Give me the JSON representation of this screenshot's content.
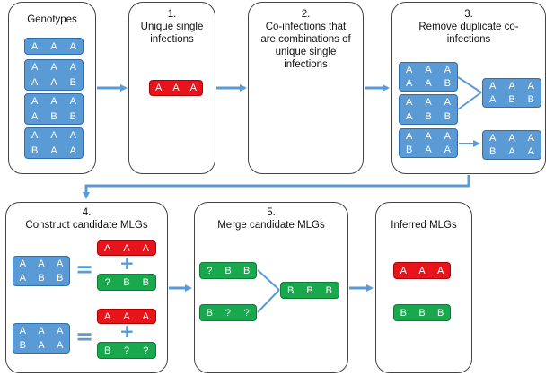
{
  "panels": {
    "genotypes": {
      "title": "Genotypes"
    },
    "unique": {
      "title": "1.\nUnique single\ninfections"
    },
    "coinf": {
      "title": "2.\nCo-infections that\nare combinations of\nunique single\ninfections"
    },
    "remove": {
      "title": "3.\nRemove duplicate co-\ninfections"
    },
    "construct": {
      "title": "4.\nConstruct candidate MLGs"
    },
    "merge": {
      "title": "5.\nMerge candidate MLGs"
    },
    "inferred": {
      "title": "Inferred MLGs"
    }
  },
  "symbols": {
    "equals": "=",
    "plus": "+"
  },
  "colors": {
    "blue": "#5b9bd5",
    "red": "#e8141c",
    "green": "#1aa84e",
    "arrow": "#5b9bd5"
  },
  "chips": {
    "g1": [
      [
        "A",
        "A",
        "A"
      ]
    ],
    "g2": [
      [
        "A",
        "A",
        "A"
      ],
      [
        "A",
        "A",
        "B"
      ]
    ],
    "g3": [
      [
        "A",
        "A",
        "A"
      ],
      [
        "A",
        "B",
        "B"
      ]
    ],
    "g4": [
      [
        "A",
        "A",
        "A"
      ],
      [
        "B",
        "A",
        "A"
      ]
    ],
    "u1": [
      [
        "A",
        "A",
        "A"
      ]
    ],
    "r1": [
      [
        "A",
        "A",
        "A"
      ],
      [
        "A",
        "A",
        "B"
      ]
    ],
    "r2": [
      [
        "A",
        "A",
        "A"
      ],
      [
        "A",
        "B",
        "B"
      ]
    ],
    "r3": [
      [
        "A",
        "A",
        "A"
      ],
      [
        "B",
        "A",
        "A"
      ]
    ],
    "r4": [
      [
        "A",
        "A",
        "A"
      ],
      [
        "A",
        "B",
        "B"
      ]
    ],
    "r5": [
      [
        "A",
        "A",
        "A"
      ],
      [
        "B",
        "A",
        "A"
      ]
    ],
    "c1": [
      [
        "A",
        "A",
        "A"
      ],
      [
        "A",
        "B",
        "B"
      ]
    ],
    "c2": [
      [
        "A",
        "A",
        "A"
      ]
    ],
    "c3": [
      [
        "?",
        "B",
        "B"
      ]
    ],
    "c4": [
      [
        "A",
        "A",
        "A"
      ],
      [
        "B",
        "A",
        "A"
      ]
    ],
    "c5": [
      [
        "A",
        "A",
        "A"
      ]
    ],
    "c6": [
      [
        "B",
        "?",
        "?"
      ]
    ],
    "m1": [
      [
        "?",
        "B",
        "B"
      ]
    ],
    "m2": [
      [
        "B",
        "?",
        "?"
      ]
    ],
    "m3": [
      [
        "B",
        "B",
        "B"
      ]
    ],
    "i1": [
      [
        "A",
        "A",
        "A"
      ]
    ],
    "i2": [
      [
        "B",
        "B",
        "B"
      ]
    ]
  }
}
